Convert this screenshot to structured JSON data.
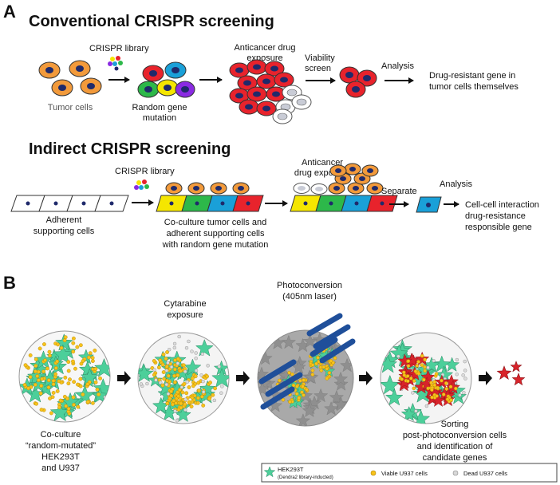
{
  "panelA": {
    "label": "A",
    "conventional": {
      "title": "Conventional CRISPR screening",
      "crispr_library": "CRISPR library",
      "tumor_cells": "Tumor cells",
      "random_mutation": [
        "Random gene",
        "mutation"
      ],
      "drug_exposure": [
        "Anticancer drug",
        "exposure"
      ],
      "viability": [
        "Viability",
        "screen"
      ],
      "analysis": "Analysis",
      "result": [
        "Drug-resistant gene in",
        "tumor cells themselves"
      ]
    },
    "indirect": {
      "title": "Indirect CRISPR screening",
      "crispr_library": "CRISPR library",
      "adherent": [
        "Adherent",
        "supporting cells"
      ],
      "coculture": [
        "Co-culture tumor cells and",
        "adherent supporting cells",
        "with random gene mutation"
      ],
      "drug_exposure": [
        "Anticancer",
        "drug exposure"
      ],
      "separate": "Separate",
      "analysis": "Analysis",
      "result": [
        "Cell-cell interaction",
        "drug-resistance",
        "responsible gene"
      ]
    }
  },
  "panelB": {
    "label": "B",
    "step1": [
      "Co-culture",
      "“random-mutated”",
      "HEK293T",
      "and U937"
    ],
    "step2": [
      "Cytarabine",
      "exposure"
    ],
    "step3": [
      "Photoconversion",
      "(405nm laser)"
    ],
    "step4": [
      "Sorting",
      "post-photoconversion cells",
      "and identification of",
      "candidate genes"
    ],
    "legend": {
      "hek": "HEK293T",
      "hek_sub": "(Dendra2 library-inducted)",
      "viable": "Viable U937 cells",
      "dead": "Dead U937 cells"
    }
  },
  "colors": {
    "tumor_orange": "#f29a3b",
    "tumor_red": "#e8232c",
    "nucleus_navy": "#1f2a6b",
    "dead_grey": "#c9ccd6",
    "mut_red": "#e8232c",
    "mut_blue": "#1aa0d8",
    "mut_green": "#2db84a",
    "mut_yellow": "#f5e600",
    "mut_purple": "#8a2be2",
    "hek_green": "#4ccf9a",
    "u937_yellow": "#f7c21b",
    "laser_blue": "#1f4f9a",
    "photo_red": "#d8232a"
  }
}
